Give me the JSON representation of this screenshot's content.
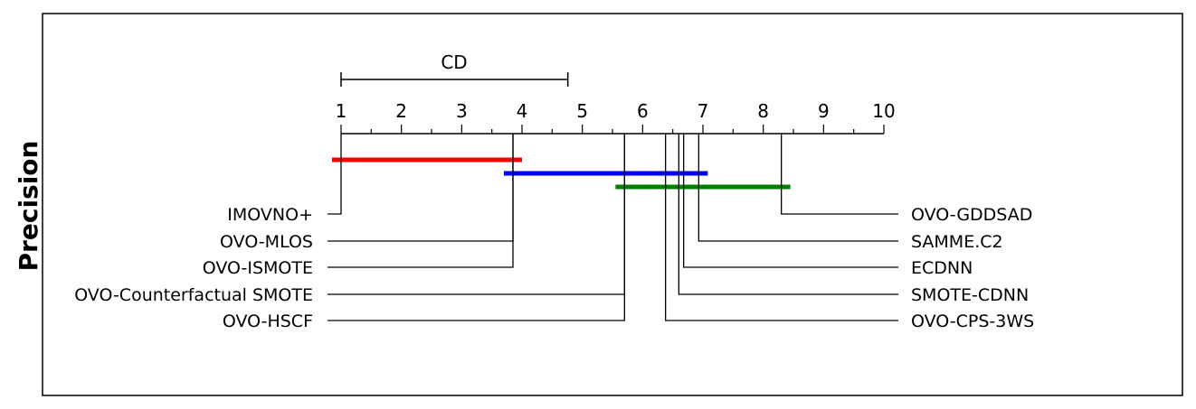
{
  "chart_data": {
    "type": "critical-difference-diagram",
    "ylabel": "Precision",
    "cd_label": "CD",
    "cd_value": 3.76,
    "axis": {
      "min": 1,
      "max": 10,
      "ticks": [
        "1",
        "2",
        "3",
        "4",
        "5",
        "6",
        "7",
        "8",
        "9",
        "10"
      ],
      "minor_ticks": true
    },
    "left_methods": [
      {
        "name": "IMOVNO+",
        "rank": 1.0
      },
      {
        "name": "OVO-MLOS",
        "rank": 3.85
      },
      {
        "name": "OVO-ISMOTE",
        "rank": 3.85
      },
      {
        "name": "OVO-Counterfactual SMOTE",
        "rank": 5.7
      },
      {
        "name": "OVO-HSCF",
        "rank": 5.7
      }
    ],
    "right_methods": [
      {
        "name": "OVO-GDDSAD",
        "rank": 8.3
      },
      {
        "name": "SAMME.C2",
        "rank": 6.93
      },
      {
        "name": "ECDNN",
        "rank": 6.68
      },
      {
        "name": "SMOTE-CDNN",
        "rank": 6.6
      },
      {
        "name": "OVO-CPS-3WS",
        "rank": 6.38
      }
    ],
    "cliques": [
      {
        "from": 1.0,
        "to": 3.85,
        "color": "#ff0000"
      },
      {
        "from": 3.85,
        "to": 6.93,
        "color": "#0000ff"
      },
      {
        "from": 5.7,
        "to": 8.3,
        "color": "#008000"
      }
    ]
  }
}
